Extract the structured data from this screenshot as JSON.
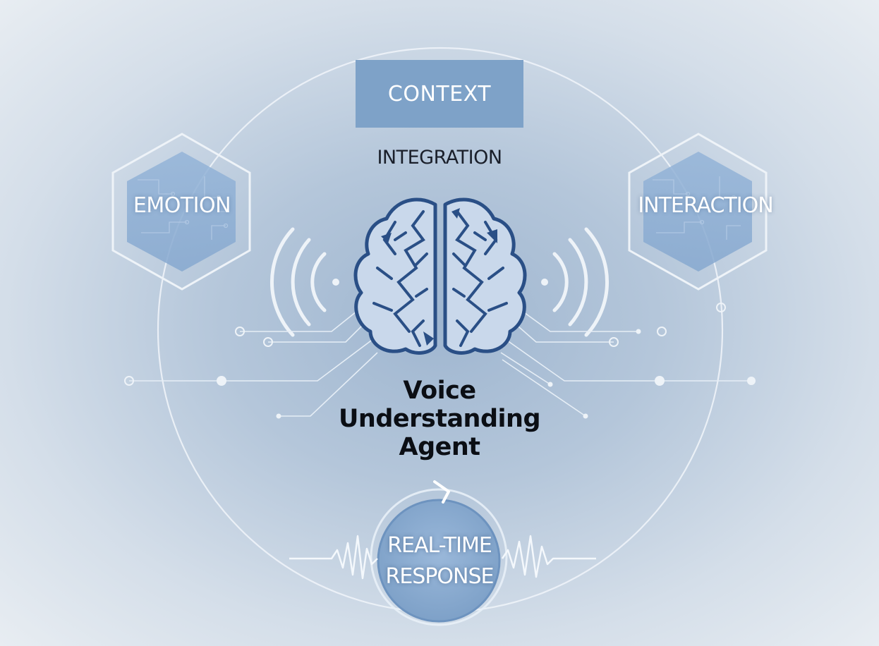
{
  "diagram": {
    "top_box": {
      "label": "CONTEXT"
    },
    "subheading": "INTEGRATION",
    "left_node": {
      "label": "EMOTION"
    },
    "right_node": {
      "label": "INTERACTION"
    },
    "center": {
      "title_lines": [
        "Voice",
        "Understanding",
        "Agent"
      ]
    },
    "bottom_node": {
      "label_lines": [
        "REAL-TIME",
        "RESPONSE"
      ]
    }
  },
  "colors": {
    "context_box": "#7ea2c8",
    "hexagon_fill": "#8fb0d6",
    "brain_fill": "#c9d8eb",
    "brain_stroke": "#2a4f86",
    "ring": "#eef3f8"
  },
  "icons": [
    "brain-icon",
    "sound-wave-left-icon",
    "sound-wave-right-icon",
    "circuit-pattern-icon",
    "waveform-icon",
    "refresh-arrow-icon"
  ]
}
